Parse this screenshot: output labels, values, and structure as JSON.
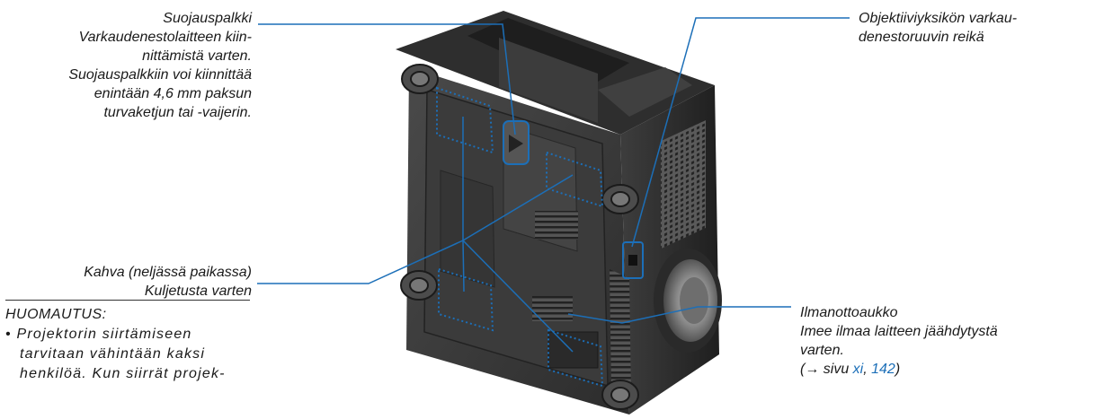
{
  "labels": {
    "guard_bar": [
      "Suojauspalkki",
      "Varkaudenestolaitteen kiin-",
      "nittämistä varten.",
      "Suojauspalkkiin voi kiinnittää",
      "enintään 4,6 mm paksun",
      "turvaketjun tai -vaijerin."
    ],
    "handle": [
      "Kahva (neljässä paikassa)",
      "Kuljetusta varten"
    ],
    "lens_hole": [
      "Objektiiviyksikön varkau-",
      "denestoruuvin reikä"
    ],
    "intake": {
      "lines": [
        "Ilmanottoaukko",
        "Imee ilmaa laitteen jäähdytystä",
        "varten."
      ],
      "ref_prefix": "(→ sivu ",
      "ref_link1": "xi",
      "ref_sep": ", ",
      "ref_link2": "142",
      "ref_suffix": ")"
    }
  },
  "note": {
    "title": "HUOMAUTUS:",
    "lines": [
      "• Projektorin siirtämiseen",
      "tarvitaan vähintään kaksi",
      "henkilöä. Kun siirrät projek-"
    ]
  },
  "colors": {
    "leader": "#1c6fb8",
    "link": "#1c6fb8",
    "body": "#3a3a3a"
  }
}
